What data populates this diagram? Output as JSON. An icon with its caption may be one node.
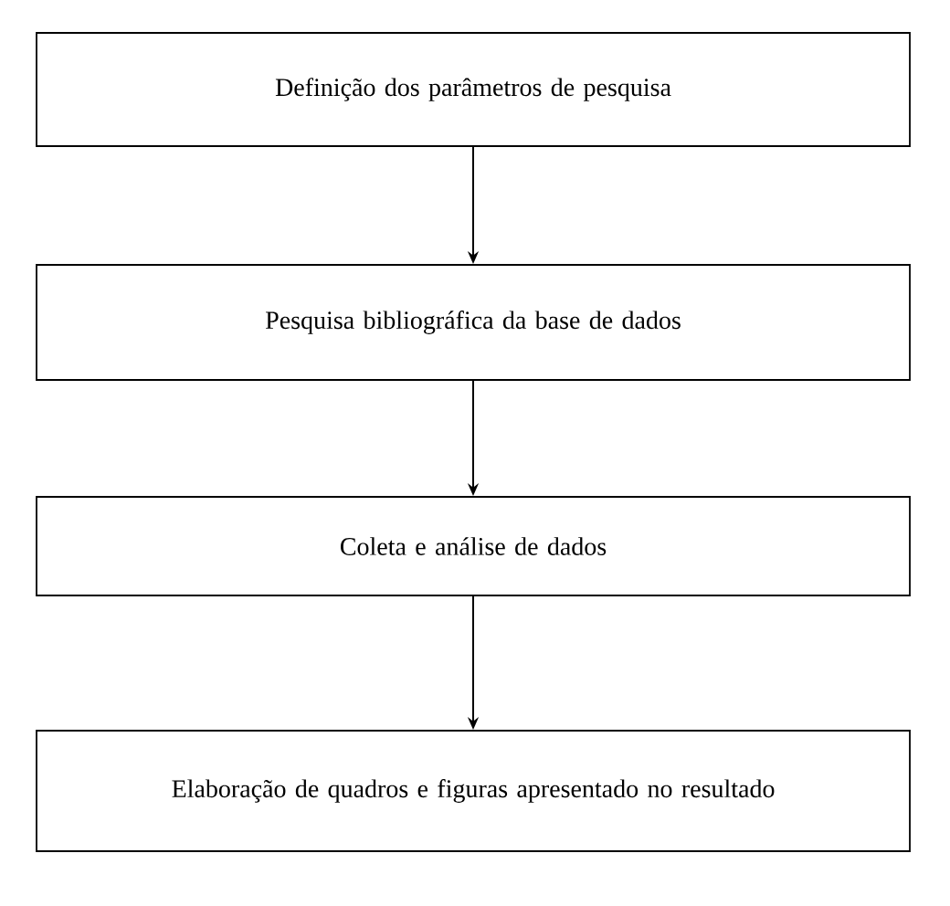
{
  "diagram": {
    "nodes": [
      {
        "text": [
          "Definição dos parâmetros de pesquisa"
        ]
      },
      {
        "text": [
          "Pesquisa bibliográfica da base de dados"
        ]
      },
      {
        "text": [
          "Coleta e análise de dados"
        ]
      },
      {
        "text": [
          "Elaboração de quadros e figuras apresentado no resultado"
        ]
      }
    ],
    "edges": [
      {
        "from": 0,
        "to": 1,
        "arrow": "to"
      },
      {
        "from": 1,
        "to": 2,
        "arrow": "to"
      },
      {
        "from": 2,
        "to": 3,
        "arrow": "to"
      }
    ]
  }
}
